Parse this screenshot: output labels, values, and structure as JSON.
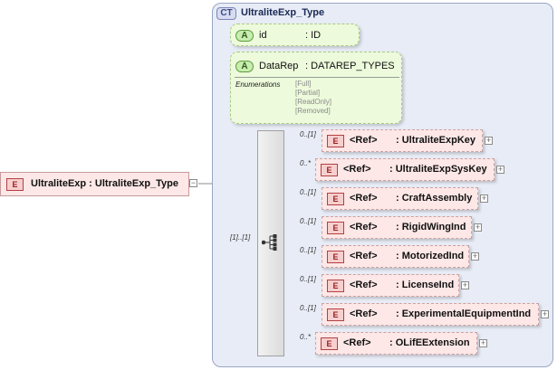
{
  "complex_type": {
    "badge": "CT",
    "name": "UltraliteExp_Type"
  },
  "root_element": {
    "badge": "E",
    "label": "UltraliteExp : UltraliteExp_Type",
    "expander": "−"
  },
  "attributes": [
    {
      "badge": "A",
      "name": "id",
      "type": ": ID"
    },
    {
      "badge": "A",
      "name": "DataRep",
      "type": ": DATAREP_TYPES",
      "enumerations_label": "Enumerations",
      "enumerations": [
        "[Full]",
        "[Partial]",
        "[ReadOnly]",
        "[Removed]"
      ]
    }
  ],
  "sequence": {
    "cardinality": "[1]..[1]"
  },
  "elements": [
    {
      "cardinality": "0..[1]",
      "badge": "E",
      "ref": "<Ref>",
      "name": ": UltraliteExpKey"
    },
    {
      "cardinality": "0..*",
      "badge": "E",
      "ref": "<Ref>",
      "name": ": UltraliteExpSysKey"
    },
    {
      "cardinality": "0..[1]",
      "badge": "E",
      "ref": "<Ref>",
      "name": ": CraftAssembly"
    },
    {
      "cardinality": "0..[1]",
      "badge": "E",
      "ref": "<Ref>",
      "name": ": RigidWingInd"
    },
    {
      "cardinality": "0..[1]",
      "badge": "E",
      "ref": "<Ref>",
      "name": ": MotorizedInd"
    },
    {
      "cardinality": "0..[1]",
      "badge": "E",
      "ref": "<Ref>",
      "name": ": LicenseInd"
    },
    {
      "cardinality": "0..[1]",
      "badge": "E",
      "ref": "<Ref>",
      "name": ": ExperimentalEquipmentInd"
    },
    {
      "cardinality": "0..*",
      "badge": "E",
      "ref": "<Ref>",
      "name": ": OLifEExtension"
    }
  ],
  "expand_symbol": "+"
}
